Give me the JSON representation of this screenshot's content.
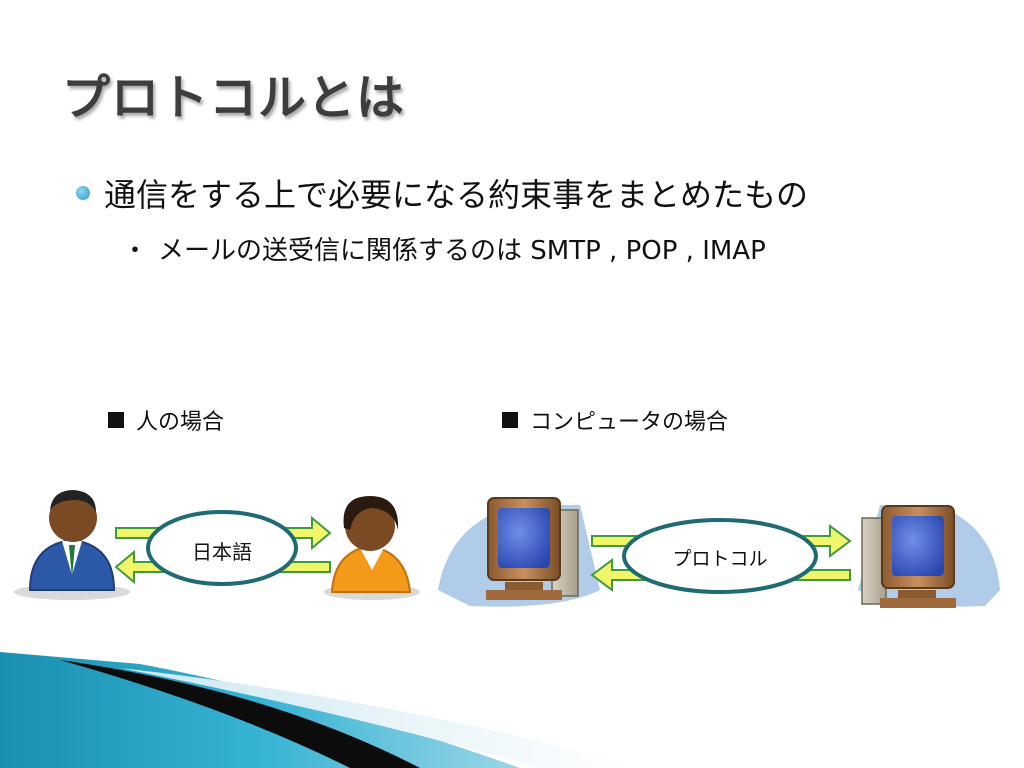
{
  "slide": {
    "title": "プロトコルとは",
    "bullet": {
      "text": "通信をする上で必要になる約束事をまとめたもの",
      "sub_mark": "・",
      "sub_text": "メールの送受信に関係するのは SMTP , POP , IMAP"
    }
  },
  "sections": {
    "human": {
      "label": "人の場合",
      "bubble": "日本語"
    },
    "computer": {
      "label": "コンピュータの場合",
      "bubble": "プロトコル"
    }
  },
  "colors": {
    "accent": "#2a9dc9",
    "arrow_fill": "#f0f56a",
    "arrow_stroke": "#3f9a3f",
    "bubble_stroke": "#1f6b73",
    "person1_suit": "#2c5aa8",
    "person2_shirt": "#f39a1a",
    "monitor_screen": "#3a5ec8",
    "computer_body": "#b07a48"
  }
}
